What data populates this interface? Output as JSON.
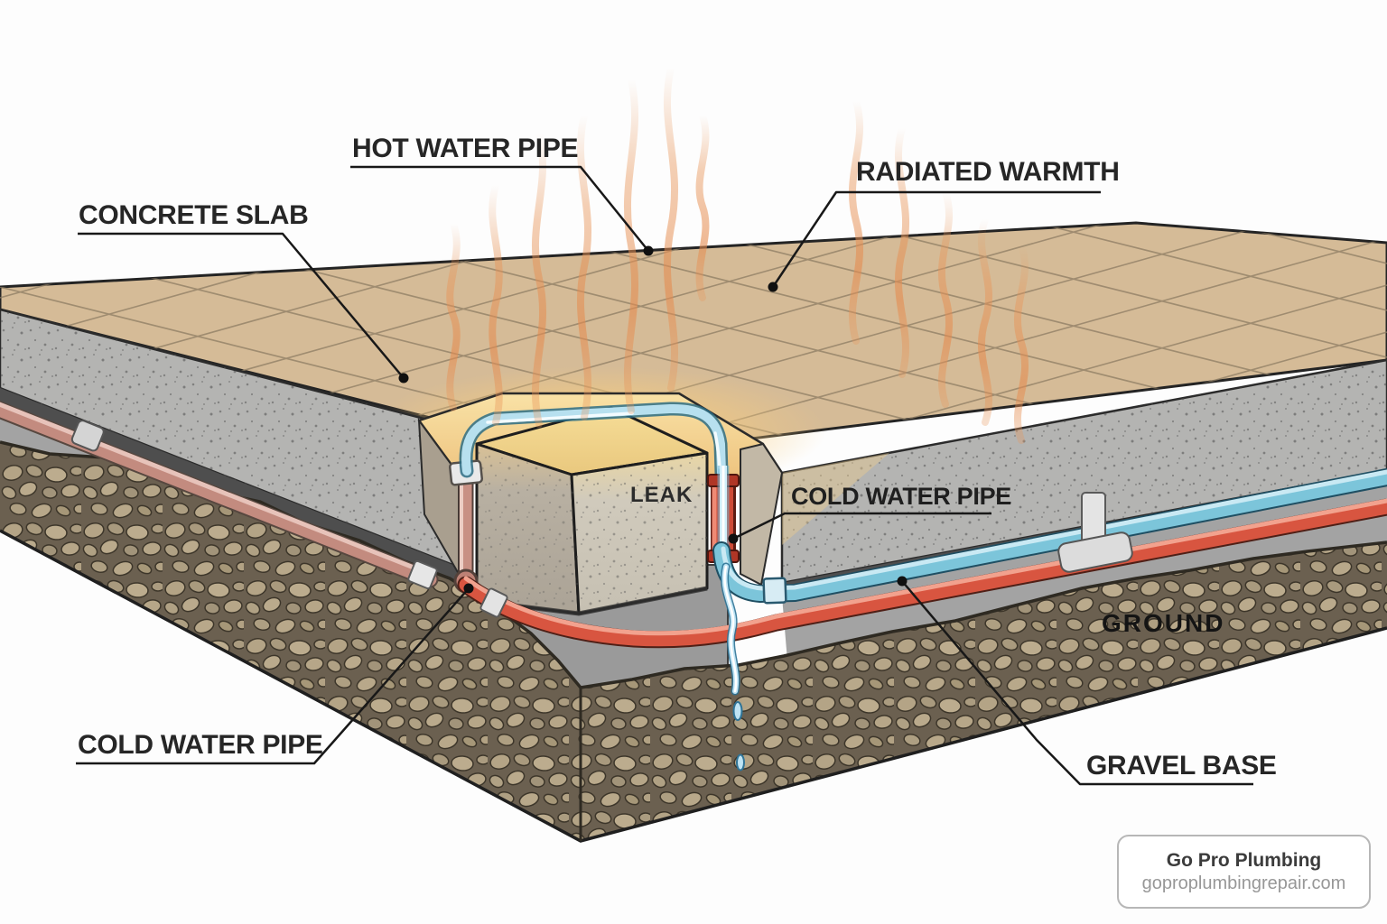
{
  "labels": {
    "concrete_slab": "CONCRETE SLAB",
    "hot_water_pipe": "HOT WATER PIPE",
    "radiated_warmth": "RADIATED WARMTH",
    "cold_water_pipe_upper": "COLD WATER PIPE",
    "leak": "LEAK",
    "ground": "GROUND",
    "cold_water_pipe_lower": "COLD WATER PIPE",
    "gravel_base": "GRAVEL BASE"
  },
  "branding": {
    "company": "Go Pro Plumbing",
    "website": "goproplumbingrepair.com"
  },
  "colors": {
    "hot_water_pipe": "#d85540",
    "cold_water_pipe": "#7cc5da",
    "supply_pipe_pink": "#c38b7f",
    "radiant_glow": "#f6cf7e",
    "heat_wave": "#e8965a",
    "tile_surface": "#d5bb97",
    "concrete": "#b3b3b1",
    "gravel": "#a89878",
    "water": "#bfe4f4",
    "background": "#ffffff",
    "label_text": "#262626"
  }
}
